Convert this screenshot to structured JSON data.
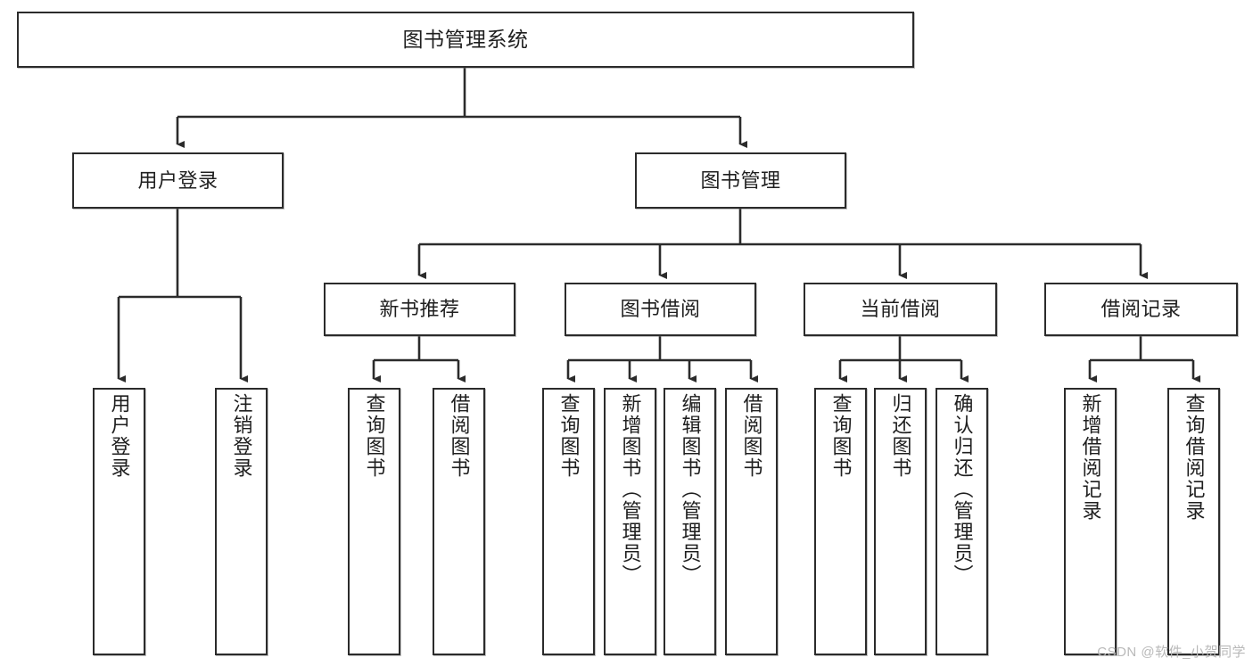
{
  "diagram": {
    "type": "tree-hierarchy",
    "title": "图书管理系统",
    "watermark": "CSDN @软件_小贺同学",
    "colors": {
      "stroke": "#2b2b2b",
      "fill": "#ffffff",
      "text": "#1f1f1f",
      "watermark": "#b9b9b9"
    },
    "levels": {
      "root": {
        "label": "图书管理系统"
      },
      "level2": [
        {
          "label": "用户登录"
        },
        {
          "label": "图书管理"
        }
      ],
      "level3": [
        {
          "label": "新书推荐"
        },
        {
          "label": "图书借阅"
        },
        {
          "label": "当前借阅"
        },
        {
          "label": "借阅记录"
        }
      ],
      "leaves": {
        "user_login": [
          {
            "label": "用户登录"
          },
          {
            "label": "注销登录"
          }
        ],
        "new_book_recommend": [
          {
            "label": "查询图书"
          },
          {
            "label": "借阅图书"
          }
        ],
        "book_borrow": [
          {
            "label": "查询图书"
          },
          {
            "label": "新增图书（管理员）"
          },
          {
            "label": "编辑图书（管理员）"
          },
          {
            "label": "借阅图书"
          }
        ],
        "current_borrow": [
          {
            "label": "查询图书"
          },
          {
            "label": "归还图书"
          },
          {
            "label": "确认归还（管理员）"
          }
        ],
        "borrow_records": [
          {
            "label": "新增借阅记录"
          },
          {
            "label": "查询借阅记录"
          }
        ]
      }
    }
  }
}
